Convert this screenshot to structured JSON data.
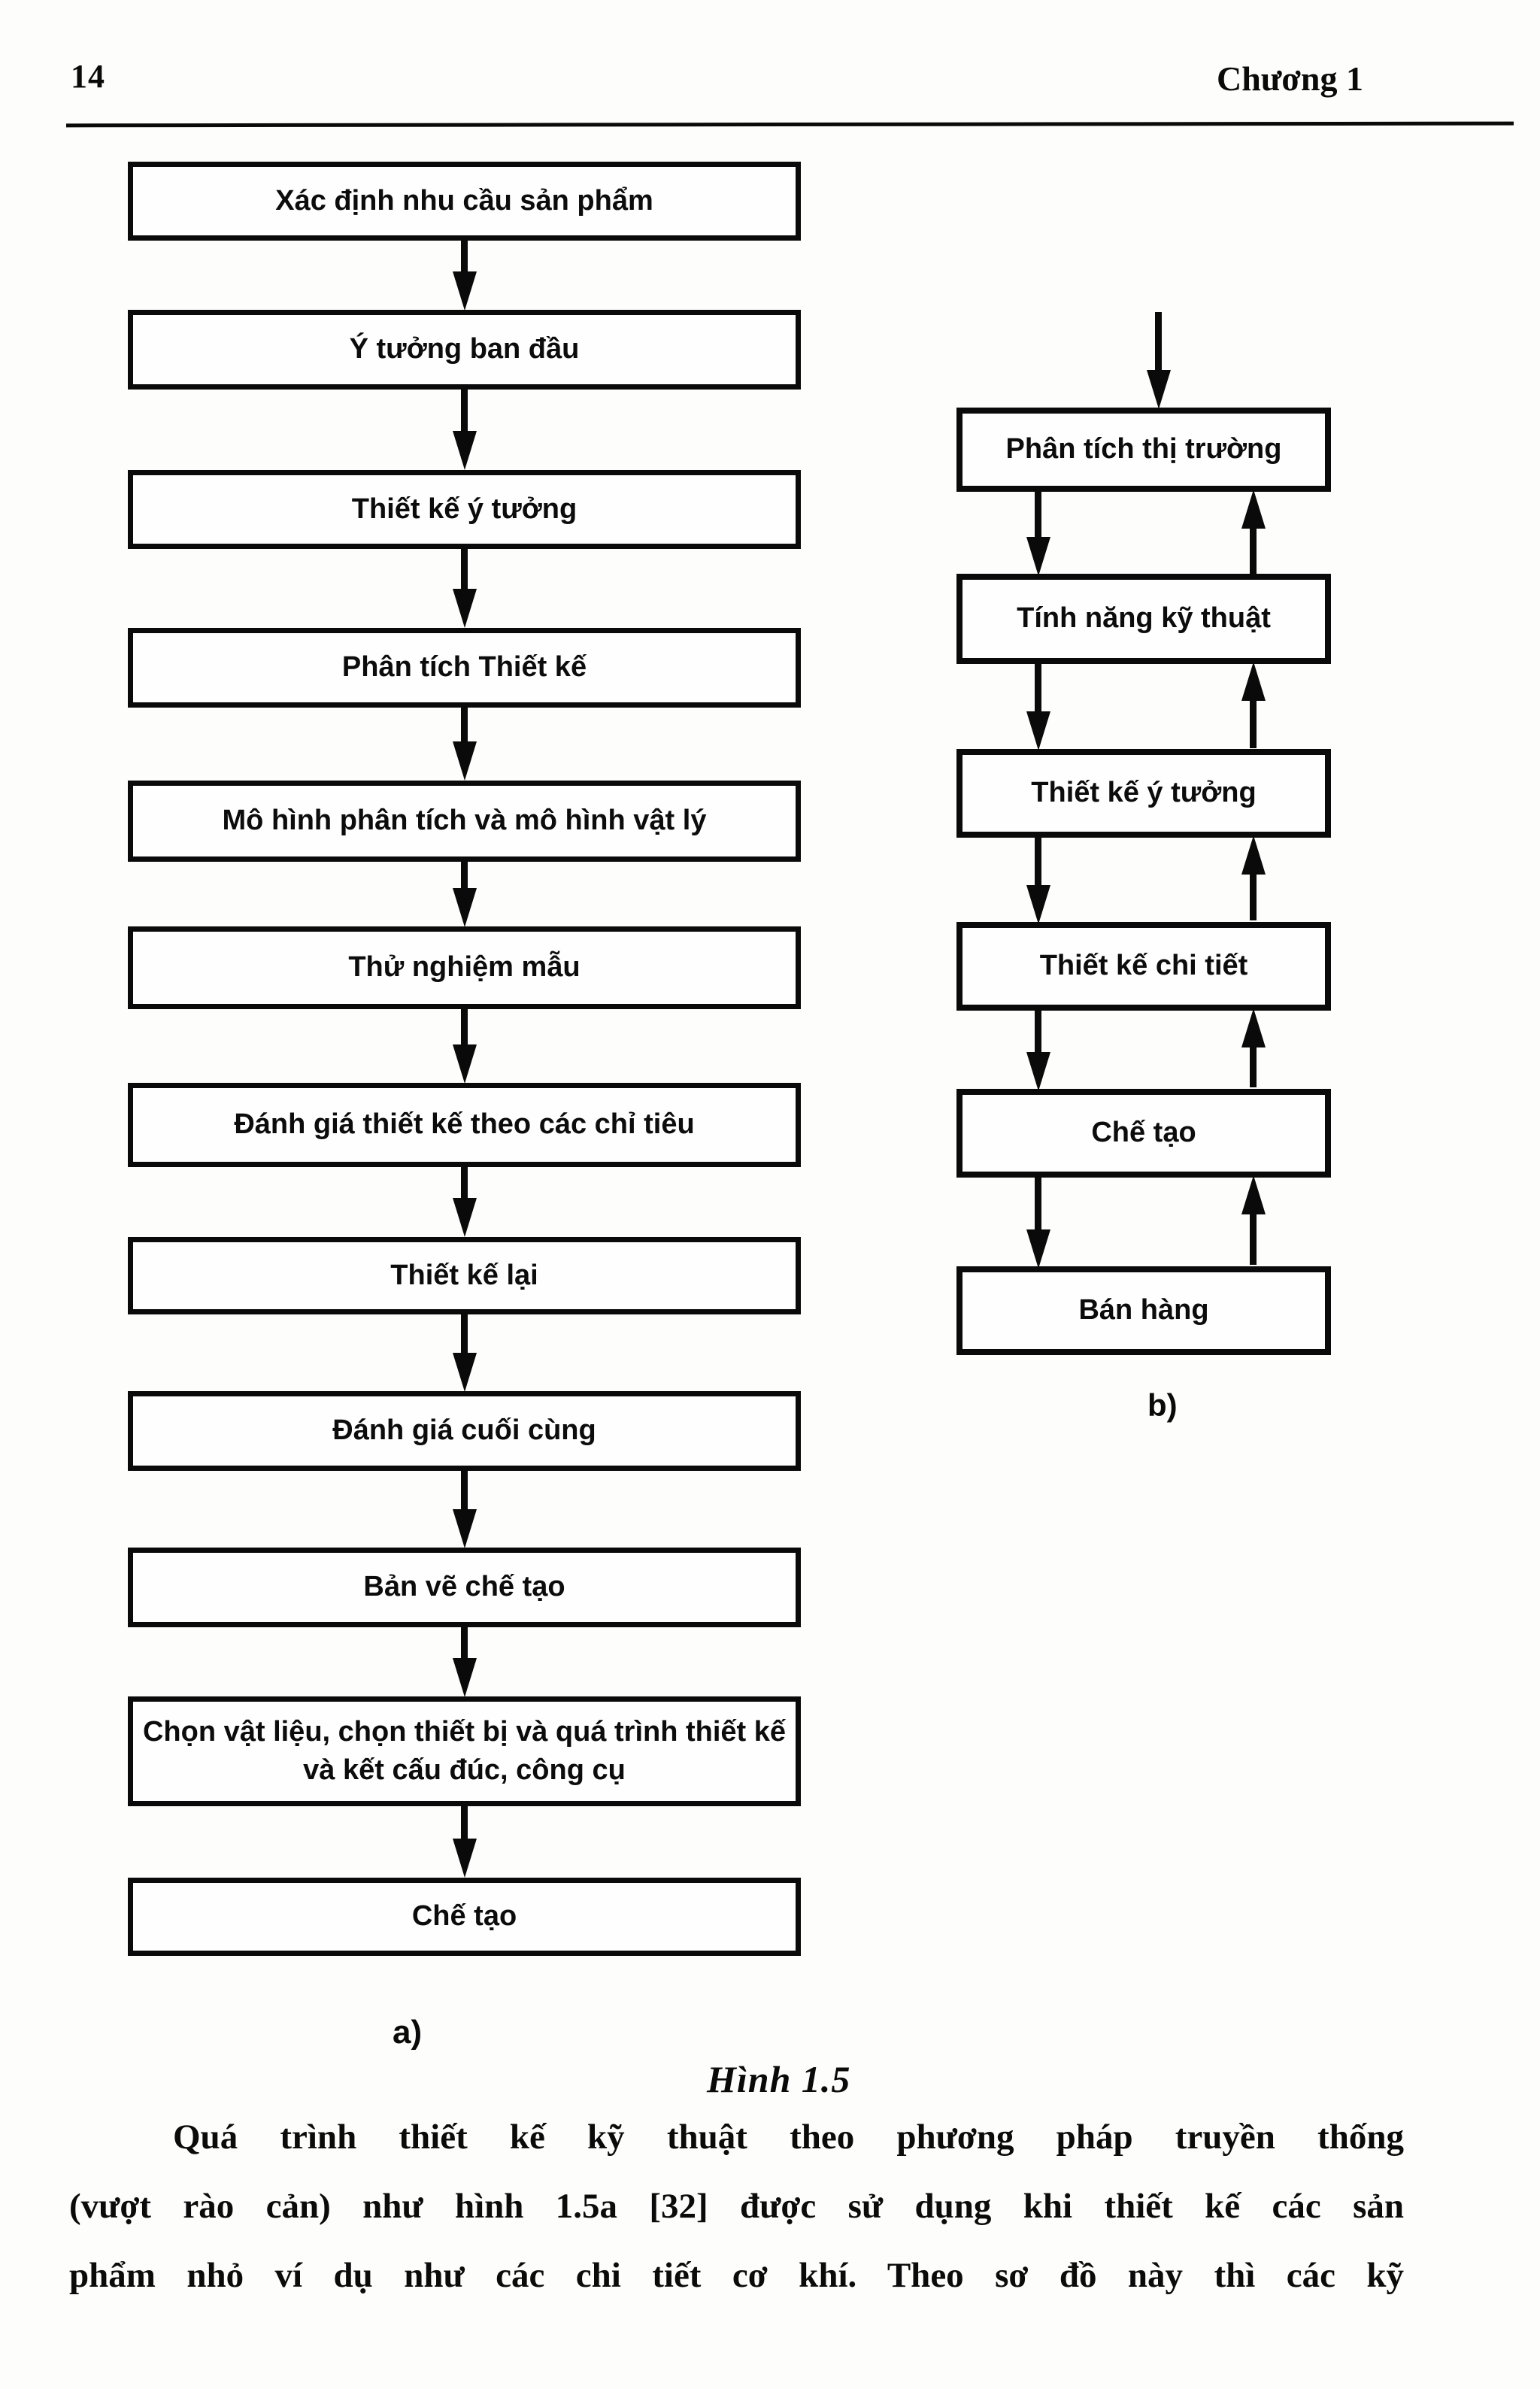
{
  "page": {
    "number": "14",
    "chapter": "Chương 1"
  },
  "figure": {
    "caption": "Hình 1.5",
    "label_a": "a)",
    "label_b": "b)",
    "flow_a": [
      "Xác định nhu cầu sản phẩm",
      "Ý tưởng ban đầu",
      "Thiết kế ý tưởng",
      "Phân tích Thiết kế",
      "Mô hình phân tích và mô hình vật lý",
      "Thử nghiệm mẫu",
      "Đánh giá thiết kế theo các chỉ tiêu",
      "Thiết kế lại",
      "Đánh giá cuối cùng",
      "Bản vẽ chế tạo",
      "Chọn vật liệu, chọn thiết bị và quá trình thiết kế và kết cấu đúc, công cụ",
      "Chế tạo"
    ],
    "flow_b": [
      "Phân tích thị trường",
      "Tính năng kỹ thuật",
      "Thiết kế ý tưởng",
      "Thiết kế chi tiết",
      "Chế tạo",
      "Bán hàng"
    ]
  },
  "body": {
    "lines": [
      "Quá trình thiết kế kỹ thuật theo phương pháp truyền thống",
      "(vượt rào cản) như hình 1.5a [32] được sử dụng khi thiết kế các sản",
      "phẩm nhỏ ví dụ như các chi tiết cơ khí. Theo sơ đồ này thì các kỹ"
    ]
  }
}
